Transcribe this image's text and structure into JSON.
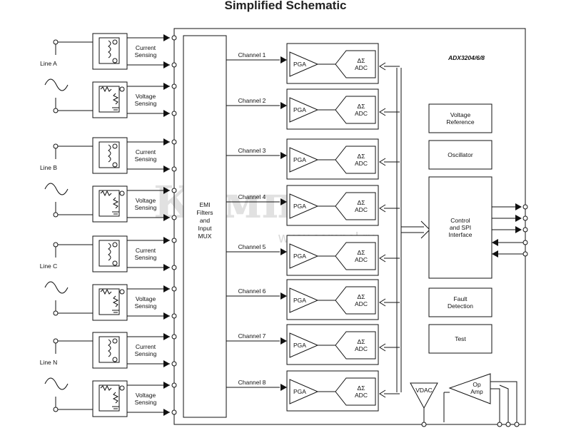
{
  "title": "Simplified Schematic",
  "part_number": "ADX3204/6/8",
  "lines": [
    {
      "label": "Line A",
      "current_label": "Current\nSensing",
      "voltage_label": "Voltage\nSensing"
    },
    {
      "label": "Line B",
      "current_label": "Current\nSensing",
      "voltage_label": "Voltage\nSensing"
    },
    {
      "label": "Line C",
      "current_label": "Current\nSensing",
      "voltage_label": "Voltage\nSensing"
    },
    {
      "label": "Line N",
      "current_label": "Current\nSensing",
      "voltage_label": "Voltage\nSensing"
    }
  ],
  "mux_label": "EMI\nFilters\nand\nInput\nMUX",
  "channels": [
    {
      "label": "Channel 1",
      "pga": "PGA",
      "adc": "ΔΣ\nADC"
    },
    {
      "label": "Channel 2",
      "pga": "PGA",
      "adc": "ΔΣ\nADC"
    },
    {
      "label": "Channel 3",
      "pga": "PGA",
      "adc": "ΔΣ\nADC"
    },
    {
      "label": "Channel 4",
      "pga": "PGA",
      "adc": "ΔΣ\nADC"
    },
    {
      "label": "Channel 5",
      "pga": "PGA",
      "adc": "ΔΣ\nADC"
    },
    {
      "label": "Channel 6",
      "pga": "PGA",
      "adc": "ΔΣ\nADC"
    },
    {
      "label": "Channel 7",
      "pga": "PGA",
      "adc": "ΔΣ\nADC"
    },
    {
      "label": "Channel 8",
      "pga": "PGA",
      "adc": "ΔΣ\nADC"
    }
  ],
  "right_blocks": {
    "voltage_reference": "Voltage\nReference",
    "oscillator": "Oscillator",
    "control": "Control\nand SPI\nInterface",
    "fault": "Fault\nDetection",
    "test": "Test"
  },
  "vdac": "VDAC",
  "opamp": "Op\nAmp",
  "watermark": {
    "brand": "Компэл",
    "url": "www.compel.ru"
  }
}
